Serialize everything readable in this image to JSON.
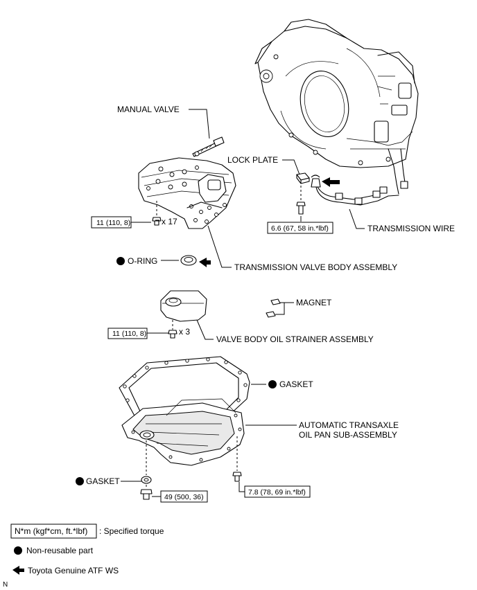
{
  "labels": {
    "manual_valve": "MANUAL VALVE",
    "lock_plate": "LOCK PLATE",
    "transmission_wire": "TRANSMISSION WIRE",
    "o_ring": "O-RING",
    "transmission_valve_body_assembly": "TRANSMISSION VALVE BODY ASSEMBLY",
    "magnet": "MAGNET",
    "valve_body_oil_strainer_assembly": "VALVE BODY OIL STRAINER ASSEMBLY",
    "gasket_top": "GASKET",
    "automatic_transaxle_line1": "AUTOMATIC TRANSAXLE",
    "automatic_transaxle_line2": "OIL PAN SUB-ASSEMBLY",
    "gasket_drain": "GASKET"
  },
  "torques": {
    "valve_body_bolt": "11 (110, 8)",
    "lock_plate_bolt": "6.6 (67, 58 in.*lbf)",
    "strainer_bolt": "11 (110, 8)",
    "drain_plug": "49 (500, 36)",
    "oil_pan_bolt": "7.8 (78, 69 in.*lbf)"
  },
  "quantities": {
    "valve_body_bolts": "x 17",
    "strainer_bolts": "x 3"
  },
  "legend": {
    "torque_box": "N*m (kgf*cm, ft.*lbf)",
    "torque_desc": ": Specified torque",
    "non_reusable": "Non-reusable part",
    "atf": "Toyota Genuine ATF WS"
  },
  "corner_mark": "N",
  "icons": {
    "non_reusable": "filled-circle-icon",
    "atf": "left-arrow-icon",
    "bolt": "bolt-icon"
  }
}
